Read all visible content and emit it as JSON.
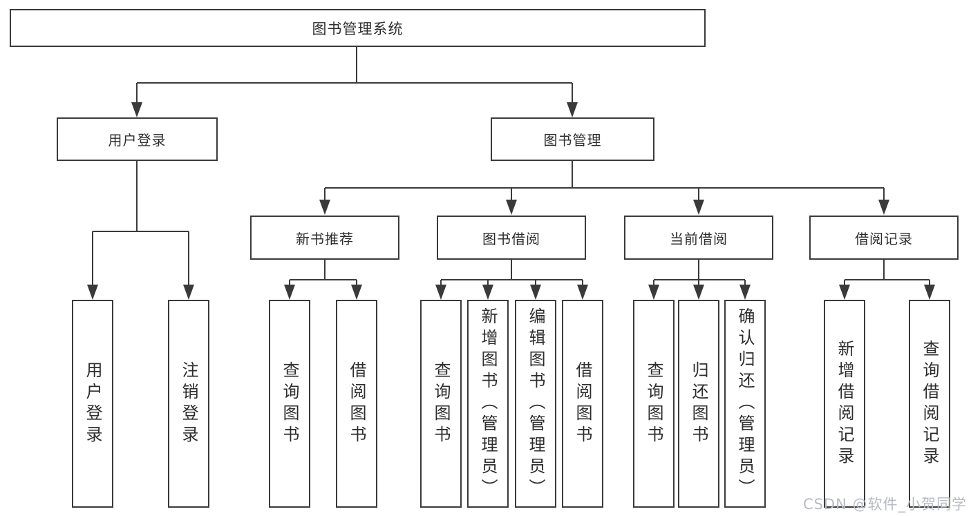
{
  "tree": {
    "root": {
      "label": "图书管理系统"
    },
    "children": [
      {
        "label": "用户登录",
        "children": [
          {
            "label": "用户登录"
          },
          {
            "label": "注销登录"
          }
        ]
      },
      {
        "label": "图书管理",
        "children": [
          {
            "label": "新书推荐",
            "children": [
              {
                "label": "查询图书"
              },
              {
                "label": "借阅图书"
              }
            ]
          },
          {
            "label": "图书借阅",
            "children": [
              {
                "label": "查询图书"
              },
              {
                "label": "新增图书（管理员）"
              },
              {
                "label": "编辑图书（管理员）"
              },
              {
                "label": "借阅图书"
              }
            ]
          },
          {
            "label": "当前借阅",
            "children": [
              {
                "label": "查询图书"
              },
              {
                "label": "归还图书"
              },
              {
                "label": "确认归还（管理员）"
              }
            ]
          },
          {
            "label": "借阅记录",
            "children": [
              {
                "label": "新增借阅记录"
              },
              {
                "label": "查询借阅记录"
              }
            ]
          }
        ]
      }
    ]
  },
  "watermark": {
    "text": "CSDN @软件_小贺同学"
  },
  "colors": {
    "line": "#3a3a3a",
    "text": "#2d2d2d",
    "background": "#ffffff",
    "watermark": "#b7bbc2"
  }
}
